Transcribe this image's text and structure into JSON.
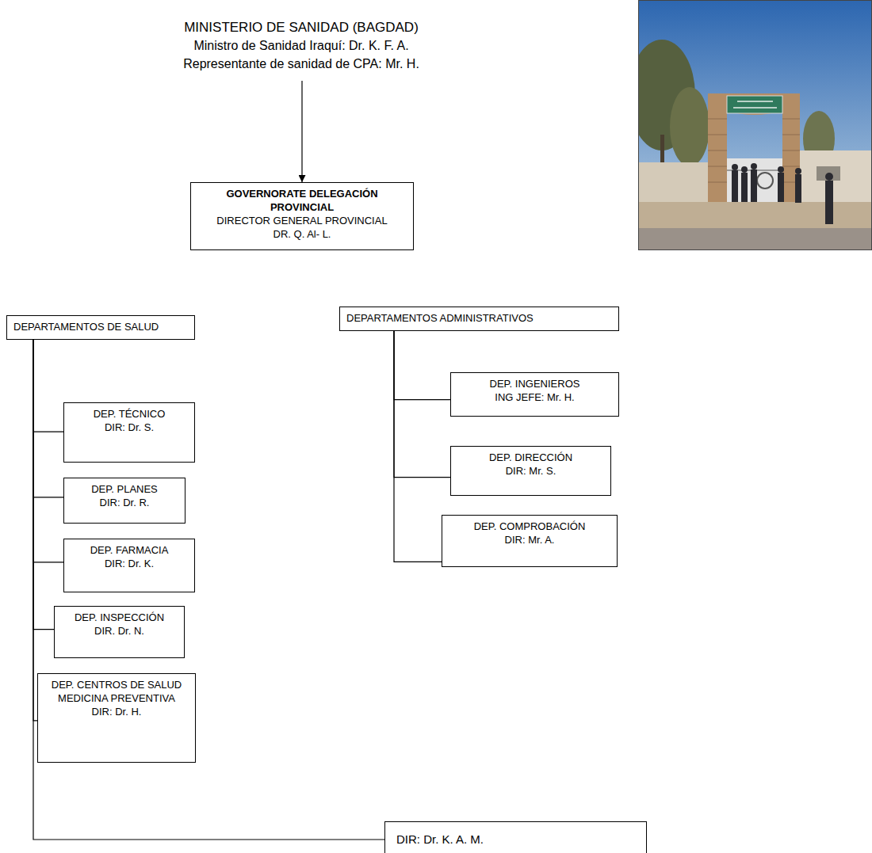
{
  "diagram": {
    "nodes": [
      {
        "text": [
          "MINISTERIO DE SANIDAD (BAGDAD)",
          "Ministro de Sanidad Iraquí: Dr. K. F. A.",
          "Representante de sanidad de CPA: Mr. H."
        ]
      },
      {
        "text": [
          "GOVERNORATE DELEGACIÓN PROVINCIAL",
          "DIRECTOR GENERAL PROVINCIAL",
          "DR. Q. Al- L."
        ]
      },
      {
        "text": [
          "DEPARTAMENTOS DE SALUD"
        ]
      },
      {
        "text": [
          "DEP. TÉCNICO",
          "DIR: Dr.  S."
        ]
      },
      {
        "text": [
          "DEP. PLANES",
          "DIR: Dr. R."
        ]
      },
      {
        "text": [
          "DEP. FARMACIA",
          "DIR: Dr. K."
        ]
      },
      {
        "text": [
          "DEP. INSPECCIÓN",
          "DIR. Dr. N."
        ]
      },
      {
        "text": [
          "DEP. CENTROS DE SALUD MEDICINA PREVENTIVA",
          "DIR: Dr. H."
        ]
      },
      {
        "text": [
          "DIR: Dr. K. A. M."
        ]
      },
      {
        "text": [
          "DEPARTAMENTOS ADMINISTRATIVOS"
        ]
      },
      {
        "text": [
          "DEP. INGENIEROS",
          "ING JEFE: Mr. H."
        ]
      },
      {
        "text": [
          "DEP. DIRECCIÓN",
          "DIR: Mr. S."
        ]
      },
      {
        "text": [
          "DEP. COMPROBACIÓN",
          "DIR: Mr. A."
        ]
      }
    ],
    "edges": [
      {
        "from": 0,
        "to": 1,
        "arrow": "to"
      },
      {
        "from": 2,
        "to": 3,
        "arrow": "none"
      },
      {
        "from": 2,
        "to": 4,
        "arrow": "none"
      },
      {
        "from": 2,
        "to": 5,
        "arrow": "none"
      },
      {
        "from": 2,
        "to": 6,
        "arrow": "none"
      },
      {
        "from": 2,
        "to": 7,
        "arrow": "none"
      },
      {
        "from": 2,
        "to": 8,
        "arrow": "none"
      },
      {
        "from": 9,
        "to": 10,
        "arrow": "none"
      },
      {
        "from": 9,
        "to": 11,
        "arrow": "none"
      },
      {
        "from": 9,
        "to": 12,
        "arrow": "none"
      }
    ]
  }
}
